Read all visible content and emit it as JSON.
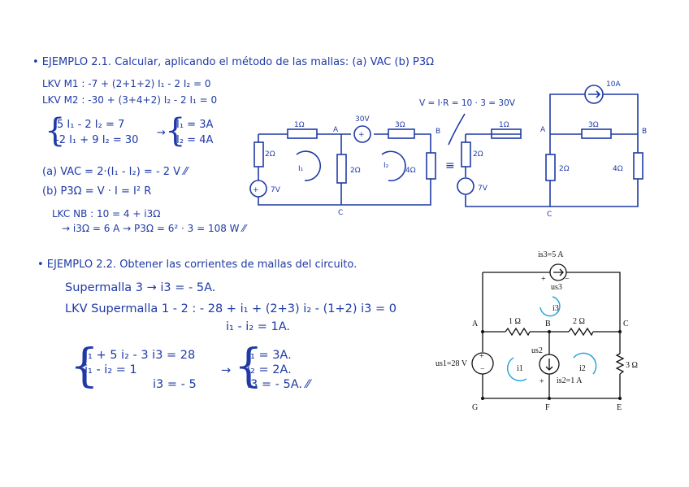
{
  "ex1": {
    "title": "• EJEMPLO 2.1. Calcular, aplicando el método de las mallas: (a) VAC  (b) P3Ω",
    "lkv1": "LKV M1 :   -7 + (2+1+2) I₁  - 2 I₂  = 0",
    "lkv2": "LKV M2 :   -30 + (3+4+2) I₂ - 2 I₁ = 0",
    "sys1": "5 I₁ - 2 I₂ = 7",
    "sys2": "-2 I₁ + 9 I₂ = 30",
    "arrow": "→",
    "res1": "I₁ = 3A",
    "res2": "I₂ = 4A",
    "a": "(a)  VAC  =  2·(I₁ - I₂) = - 2 V ⁄⁄",
    "b": "(b)  P3Ω  =  V · I  =  I² R",
    "lkc": "LKC NB :  10 = 4 + i3Ω",
    "lkc2": "→  i3Ω = 6 A  →  P3Ω = 6² · 3 = 108 W ⁄⁄",
    "vir": "V = I·R = 10 · 3 = 30V",
    "equiv": "≡",
    "c1": {
      "r1": "1Ω",
      "r2": "2Ω",
      "r3": "2Ω",
      "r4": "3Ω",
      "r5": "4Ω",
      "vs7": "7V",
      "vs30": "30V",
      "a": "A",
      "b": "B",
      "c": "C",
      "m1": "I₁",
      "m2": "I₂",
      "plus": "+"
    },
    "c2": {
      "r1": "1Ω",
      "r2": "2Ω",
      "r3": "2Ω",
      "r4": "3Ω",
      "r5": "4Ω",
      "vs7": "7V",
      "is10": "10A",
      "a": "A",
      "b": "B",
      "c": "C"
    }
  },
  "ex2": {
    "title": "• EJEMPLO 2.2. Obtener las corrientes de mallas del circuito.",
    "super3": "Supermalla 3  →  i3 = - 5A.",
    "lkv": "LKV Supermalla 1 - 2 :  - 28 + i₁ + (2+3) i₂ - (1+2) i3 = 0",
    "rel": "i₁ - i₂ = 1A.",
    "eq1": "i₁ + 5 i₂ - 3 i3 = 28",
    "eq2": "i₁ - i₂            =  1",
    "eq3": "i3 = - 5",
    "arrow": "→",
    "r1": "i₁ = 3A.",
    "r2": "i₂ = 2A.",
    "r3": "i3 = - 5A. ⁄⁄"
  },
  "fig": {
    "is3": "is3=5 A",
    "us3": "us3",
    "i3": "i3",
    "a": "A",
    "b": "B",
    "c": "C",
    "g": "G",
    "f": "F",
    "e": "E",
    "r1": "1 Ω",
    "r2": "2 Ω",
    "r3": "3 Ω",
    "us2": "us2",
    "us1": "us1=28 V",
    "i1": "i1",
    "i2": "i2",
    "is2": "is2=1 A",
    "plus": "+",
    "minus": "−"
  }
}
